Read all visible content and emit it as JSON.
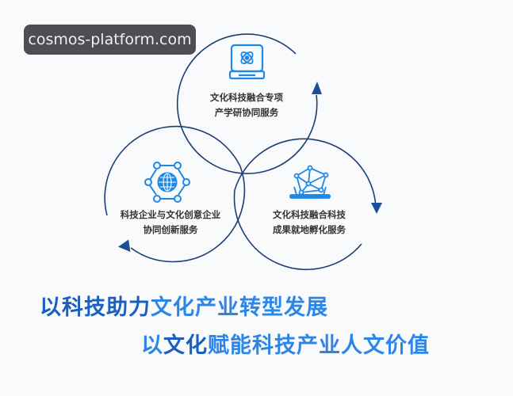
{
  "watermark": {
    "text": "cosmos-platform.com"
  },
  "colors": {
    "circle_stroke": "#1c3f72",
    "arrow_fill": "#1b4f94",
    "icon_blue": "#1e88e5",
    "slogan_dark_blue": "#1a5fc0",
    "slogan_light_blue": "#2b86e8",
    "label_text": "#333333"
  },
  "diagram": {
    "circles": [
      {
        "id": "top",
        "icon": "atom-computer-icon",
        "lines": [
          "文化科技融合专项",
          "产学研协同服务"
        ]
      },
      {
        "id": "left",
        "icon": "globe-network-icon",
        "lines": [
          "科技企业与文化创意企业",
          "协同创新服务"
        ]
      },
      {
        "id": "right",
        "icon": "network-laptop-icon",
        "lines": [
          "文化科技融合科技",
          "成果就地孵化服务"
        ]
      }
    ]
  },
  "slogan": {
    "line1": [
      {
        "text": "以科技助力",
        "style": "strong"
      },
      {
        "text": "文化产业转型发展",
        "style": "light"
      }
    ],
    "line2": [
      {
        "text": "以",
        "style": "light"
      },
      {
        "text": "文化",
        "style": "strong"
      },
      {
        "text": "赋能",
        "style": "light"
      },
      {
        "text": "科技产业人文价值",
        "style": "light"
      }
    ]
  }
}
